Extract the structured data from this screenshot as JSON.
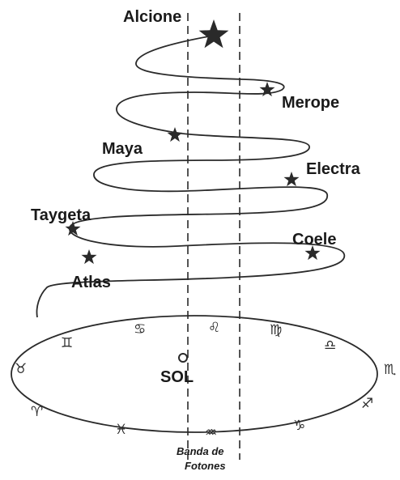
{
  "stars": [
    {
      "name": "Alcione"
    },
    {
      "name": "Merope"
    },
    {
      "name": "Maya"
    },
    {
      "name": "Electra"
    },
    {
      "name": "Taygeta"
    },
    {
      "name": "Coele"
    },
    {
      "name": "Atlas"
    }
  ],
  "sun": {
    "label": "SOL"
  },
  "band": {
    "line1": "Banda de",
    "line2": "Fotones"
  },
  "zodiac": {
    "leo": "♌",
    "cancer": "♋",
    "gemini": "♊",
    "taurus": "♉",
    "aries": "♈",
    "pisces": "♓",
    "aquarius": "♒",
    "capricorn": "♑",
    "sagittarius": "♐",
    "scorpio": "♏",
    "libra": "♎",
    "virgo": "♍"
  },
  "colors": {
    "ink": "#2a2a2a",
    "background": "#ffffff"
  }
}
